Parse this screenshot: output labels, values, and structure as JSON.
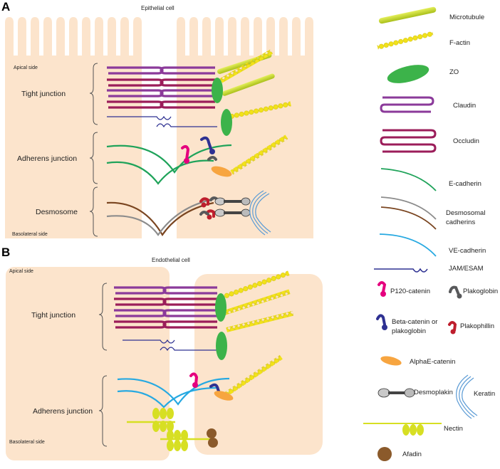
{
  "panels": {
    "a": {
      "letter": "A",
      "title": "Epithelial cell",
      "apical": "Apical side",
      "basolateral": "Basolateral side",
      "junctions": [
        "Tight junction",
        "Adherens junction",
        "Desmosome"
      ]
    },
    "b": {
      "letter": "B",
      "title": "Endothelial cell",
      "apical": "Apical side",
      "basolateral": "Basolateral side",
      "junctions": [
        "Tight junction",
        "Adherens junction"
      ]
    }
  },
  "legend": {
    "microtubule": "Microtubule",
    "factin": "F-actin",
    "zo": "ZO",
    "claudin": "Claudin",
    "occludin": "Occludin",
    "ecadherin": "E-cadherin",
    "desmosomal": "Desmosomal\ncadherins",
    "vecadherin": "VE-cadherin",
    "jam": "JAM/ESAM",
    "p120": "P120-catenin",
    "plakoglobin": "Plakoglobin",
    "betacatenin": "Beta-catenin or\nplakoglobin",
    "plakophilin": "Plakophillin",
    "alphae": "AlphaE-catenin",
    "desmoplakin": "Desmoplakin",
    "keratin": "Keratin",
    "nectin": "Nectin",
    "afadin": "Afadin"
  },
  "colors": {
    "cell": "#fce4cc",
    "claudin": "#8b3a9a",
    "occludin": "#9b1d5a",
    "zo": "#3cb34a",
    "factin": "#f2e21a",
    "microtubule": "#c8dc2a",
    "ecadherin": "#1fa35a",
    "desmo_brown": "#7a4520",
    "desmo_gray": "#8c8c8c",
    "vecadherin": "#27a9e1",
    "jam": "#2e3192",
    "p120": "#e5007e",
    "plakoglobin": "#58595b",
    "betacatenin": "#2e3192",
    "plakophilin": "#be1e2d",
    "alphae": "#f7a540",
    "keratin": "#5b9bd5",
    "nectin": "#d7df23",
    "afadin": "#8b5a2b"
  }
}
